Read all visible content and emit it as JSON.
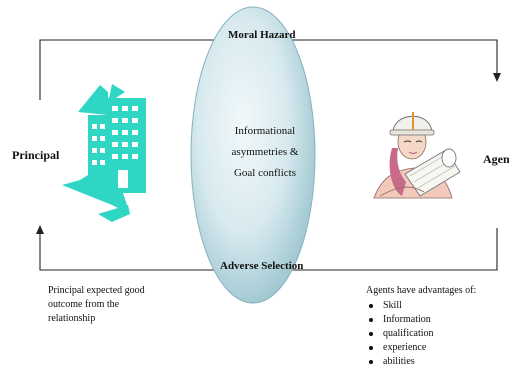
{
  "labels": {
    "moral_hazard": "Moral Hazard",
    "adverse_selection": "Adverse Selection",
    "principal": "Principal",
    "agent": "Agen"
  },
  "center_text": {
    "line1": "Informational",
    "line2": "asymmetries &",
    "line3": "Goal conflicts"
  },
  "principal_note": {
    "line1": "Principal expected good",
    "line2": "outcome from the",
    "line3": "relationship"
  },
  "agent_note": {
    "heading": "Agents have advantages of:",
    "items": [
      "Skill",
      "Information",
      "qualification",
      "experience",
      "abilities"
    ]
  },
  "colors": {
    "ellipse_light": "#eef6f9",
    "ellipse_dark": "#9bc4cf",
    "building": "#2fd6c4",
    "lines": "#222222"
  },
  "icons": {
    "principal": "office-building-icon",
    "agent": "construction-worker-with-blueprints-icon"
  }
}
